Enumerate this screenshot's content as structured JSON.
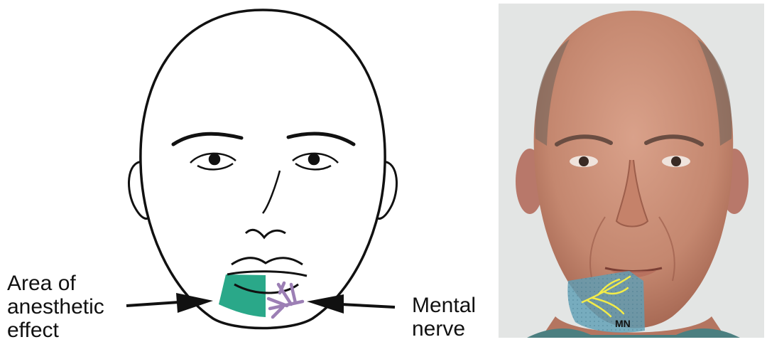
{
  "diagram": {
    "left_label_lines": [
      "Area of",
      "anesthetic",
      "effect"
    ],
    "right_label_lines": [
      "Mental",
      "nerve"
    ],
    "colors": {
      "anesthetic_area": "#2aa889",
      "nerve": "#9c7fb5",
      "outline": "#111111"
    }
  },
  "photo": {
    "overlay_label": "MN",
    "colors": {
      "overlay": "#5f9fb6",
      "nerve": "#f3ec48",
      "background": "#e3e5e4",
      "skin": "#c98e76"
    }
  }
}
